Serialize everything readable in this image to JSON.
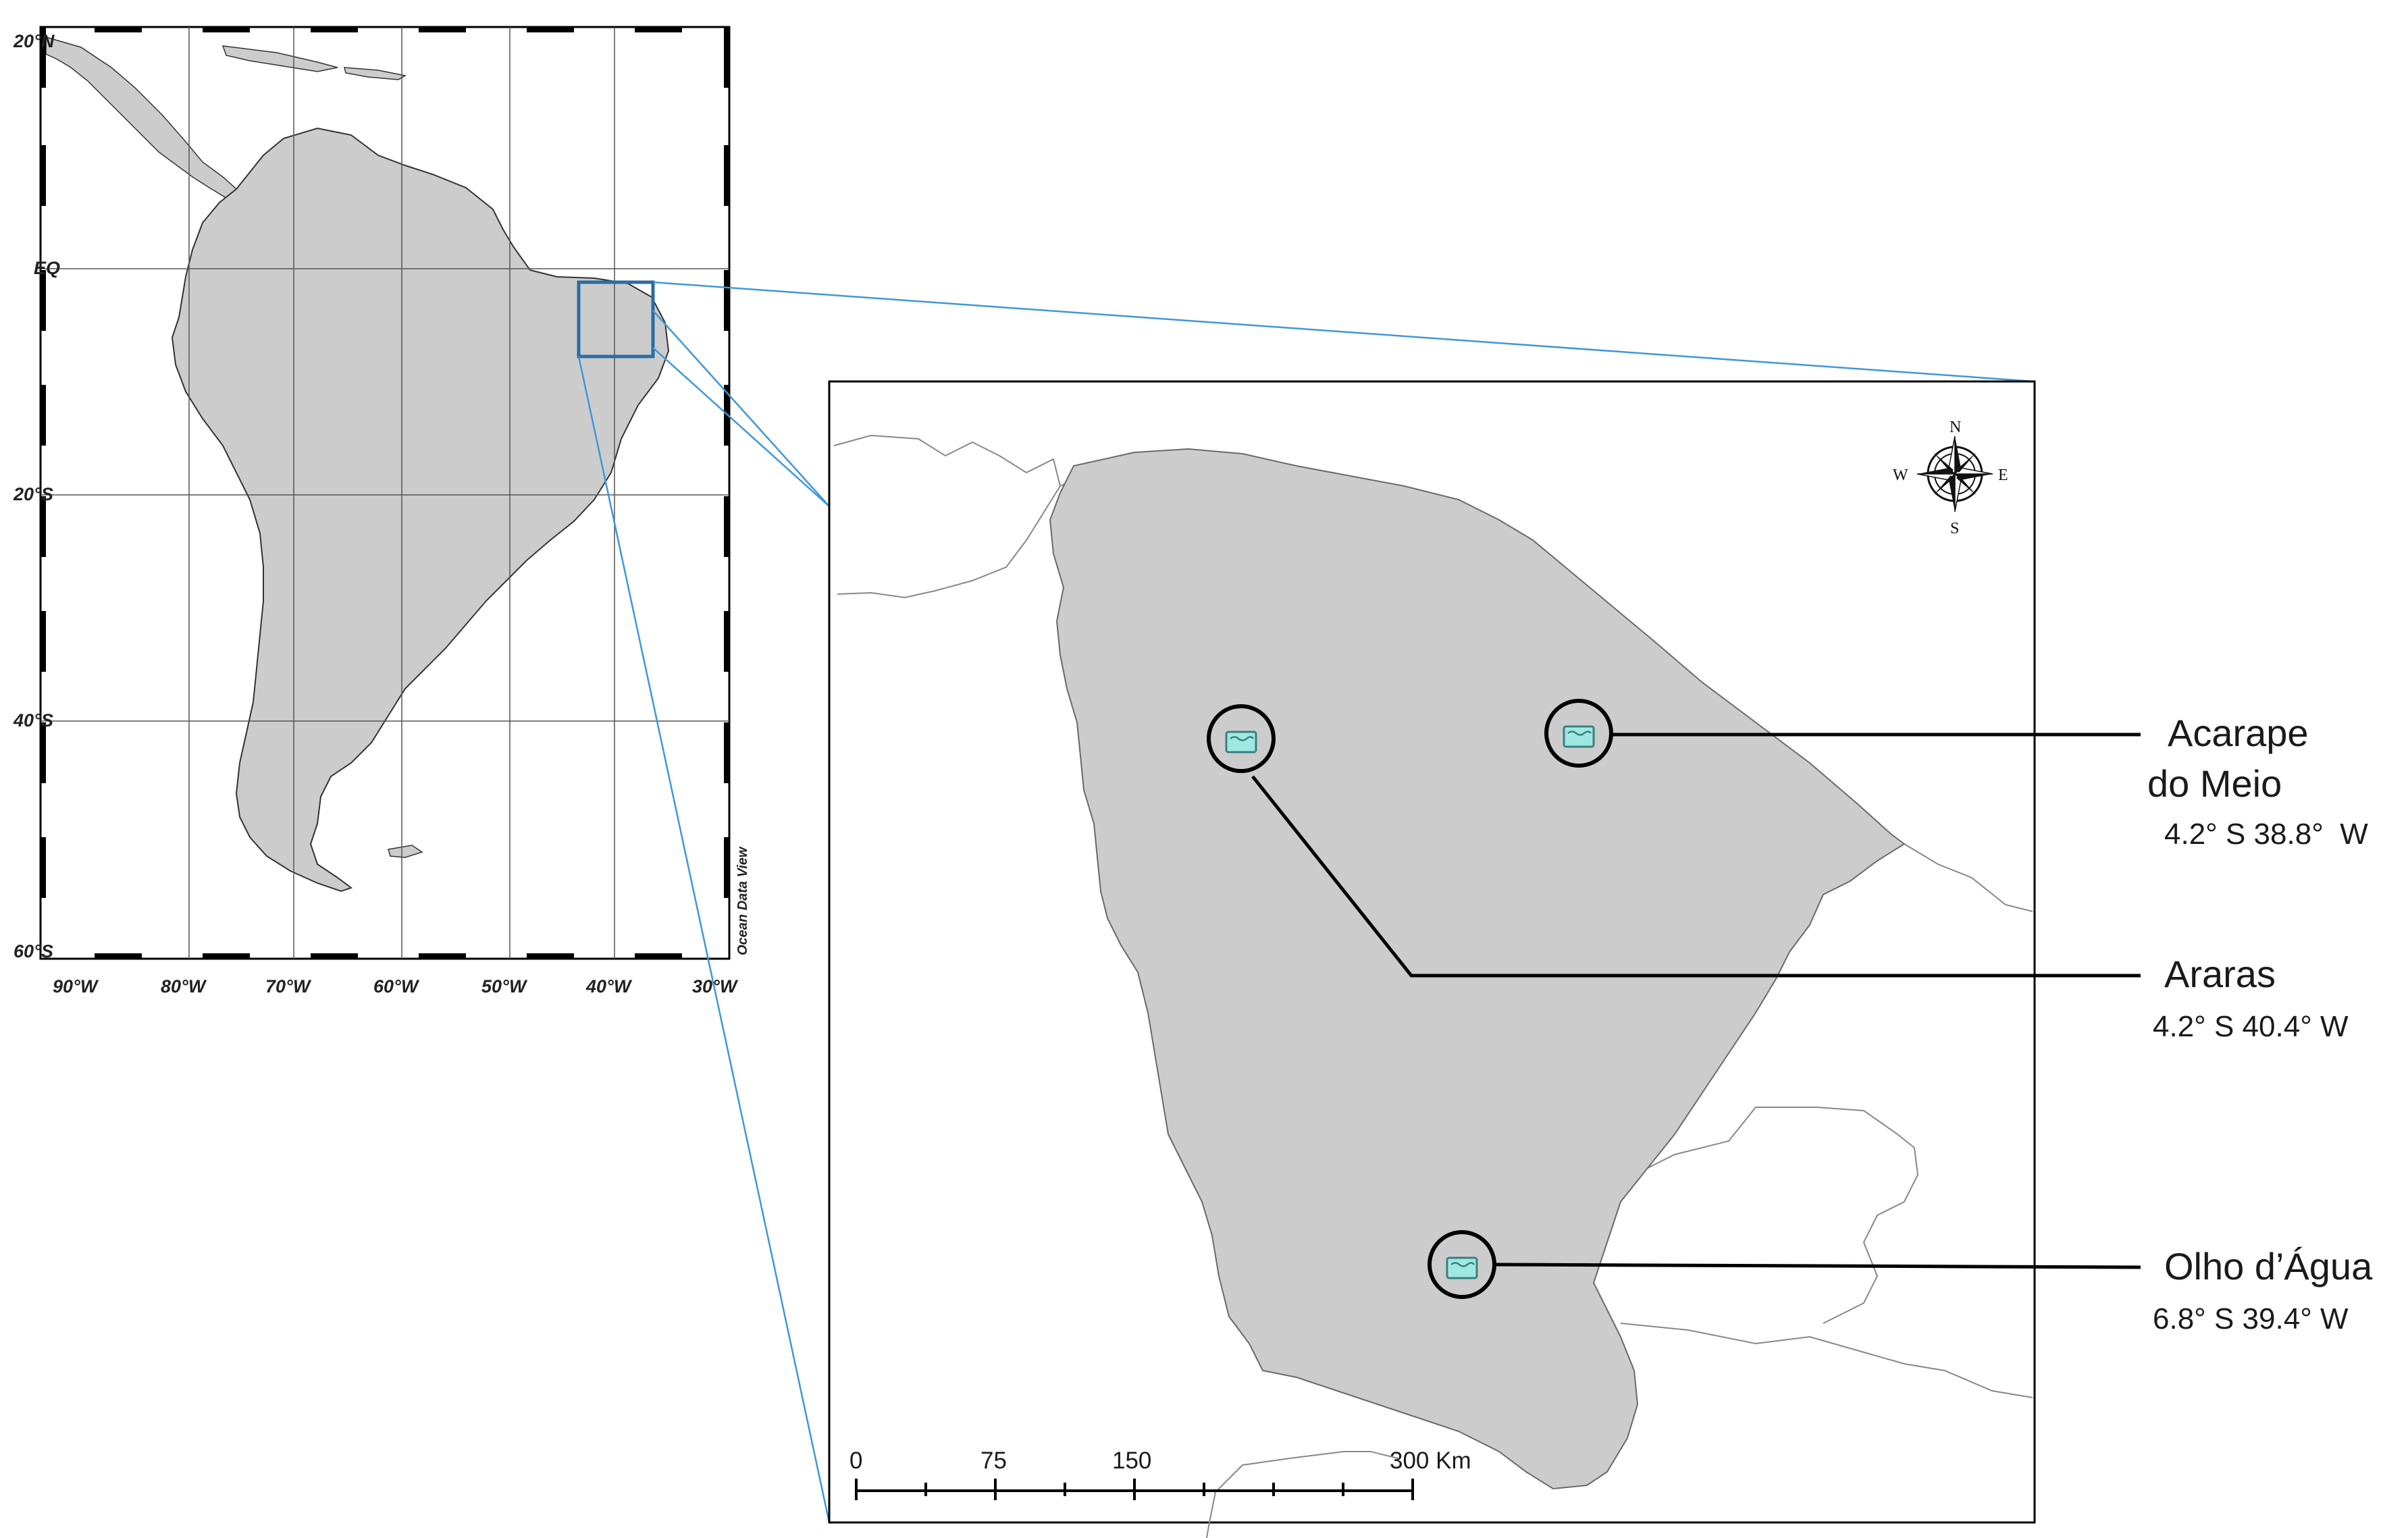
{
  "overview_map": {
    "lat_labels": [
      "20°N",
      "EQ",
      "20°S",
      "40°S",
      "60°S"
    ],
    "lon_labels": [
      "90°W",
      "80°W",
      "70°W",
      "60°W",
      "50°W",
      "40°W",
      "30°W"
    ],
    "credit": "Ocean Data View",
    "land_color": "#cccccc",
    "highlight_color": "#2b6ca3"
  },
  "detail_map": {
    "land_color": "#cccccc",
    "compass": {
      "n": "N",
      "s": "S",
      "e": "E",
      "w": "W"
    },
    "scale_bar": {
      "labels": [
        "0",
        "75",
        "150",
        "300 Km"
      ]
    },
    "marker_icon": "reservoir-icon",
    "marker_color": "#9fe8e2"
  },
  "sites": [
    {
      "name_lines": [
        "Acarape",
        "do Meio"
      ],
      "coords": "4.2° S 38.8°  W"
    },
    {
      "name_lines": [
        "Araras"
      ],
      "coords": "4.2° S 40.4° W"
    },
    {
      "name_lines": [
        "Olho d’Água"
      ],
      "coords": "6.8° S 39.4° W"
    }
  ]
}
